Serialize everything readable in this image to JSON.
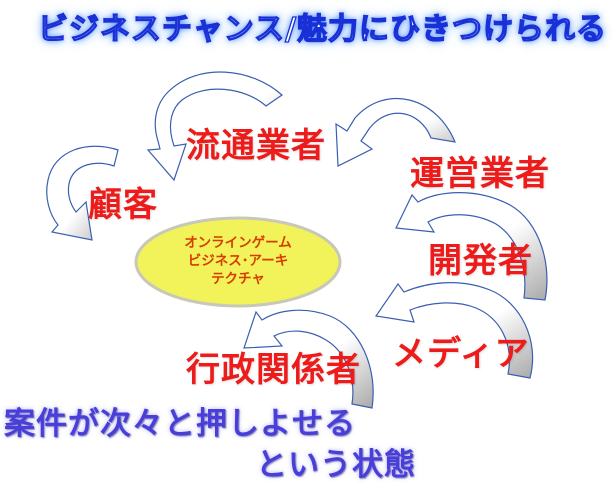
{
  "title": "ビジネスチャンス/魅力にひきつけられる",
  "nodes": {
    "ryutsu": "流通業者",
    "unei": "運営業者",
    "kokyaku": "顧客",
    "kaihatsu": "開発者",
    "media": "メディア",
    "gyosei": "行政関係者"
  },
  "center": {
    "lines": [
      "オンラインゲーム",
      "ビジネス･アーキ",
      "テクチャ"
    ],
    "fill": "#f2f25a",
    "stroke": "#c8c8b8"
  },
  "bottom": {
    "line1": "案件が次々と押しよせる",
    "line2": "という状態"
  },
  "colors": {
    "node_text": "#ee1b1b",
    "arrow_fill": "#ffffff",
    "arrow_stroke": "#3a5fb0",
    "arrow_shade": "#b8b8b8",
    "bottom_text": "#4a3ed9"
  }
}
